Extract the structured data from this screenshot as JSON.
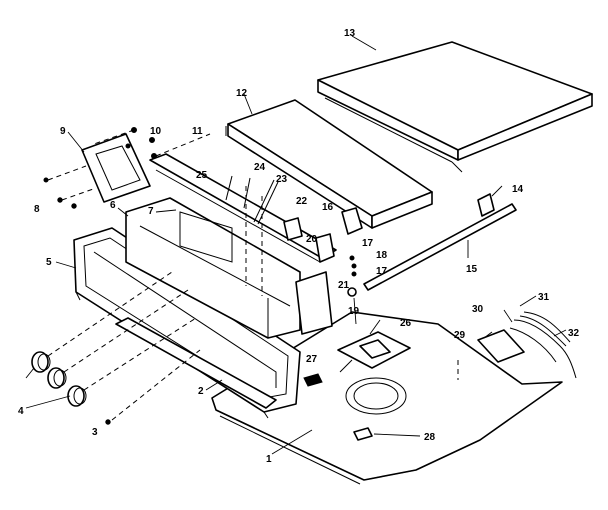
{
  "diagram": {
    "callouts": [
      "1",
      "2",
      "3",
      "4",
      "5",
      "6",
      "7",
      "8",
      "9",
      "10",
      "11",
      "12",
      "13",
      "14",
      "15",
      "16",
      "17",
      "17",
      "18",
      "19",
      "20",
      "21",
      "22",
      "23",
      "24",
      "25",
      "26",
      "27",
      "28",
      "29",
      "30",
      "31",
      "32"
    ]
  }
}
